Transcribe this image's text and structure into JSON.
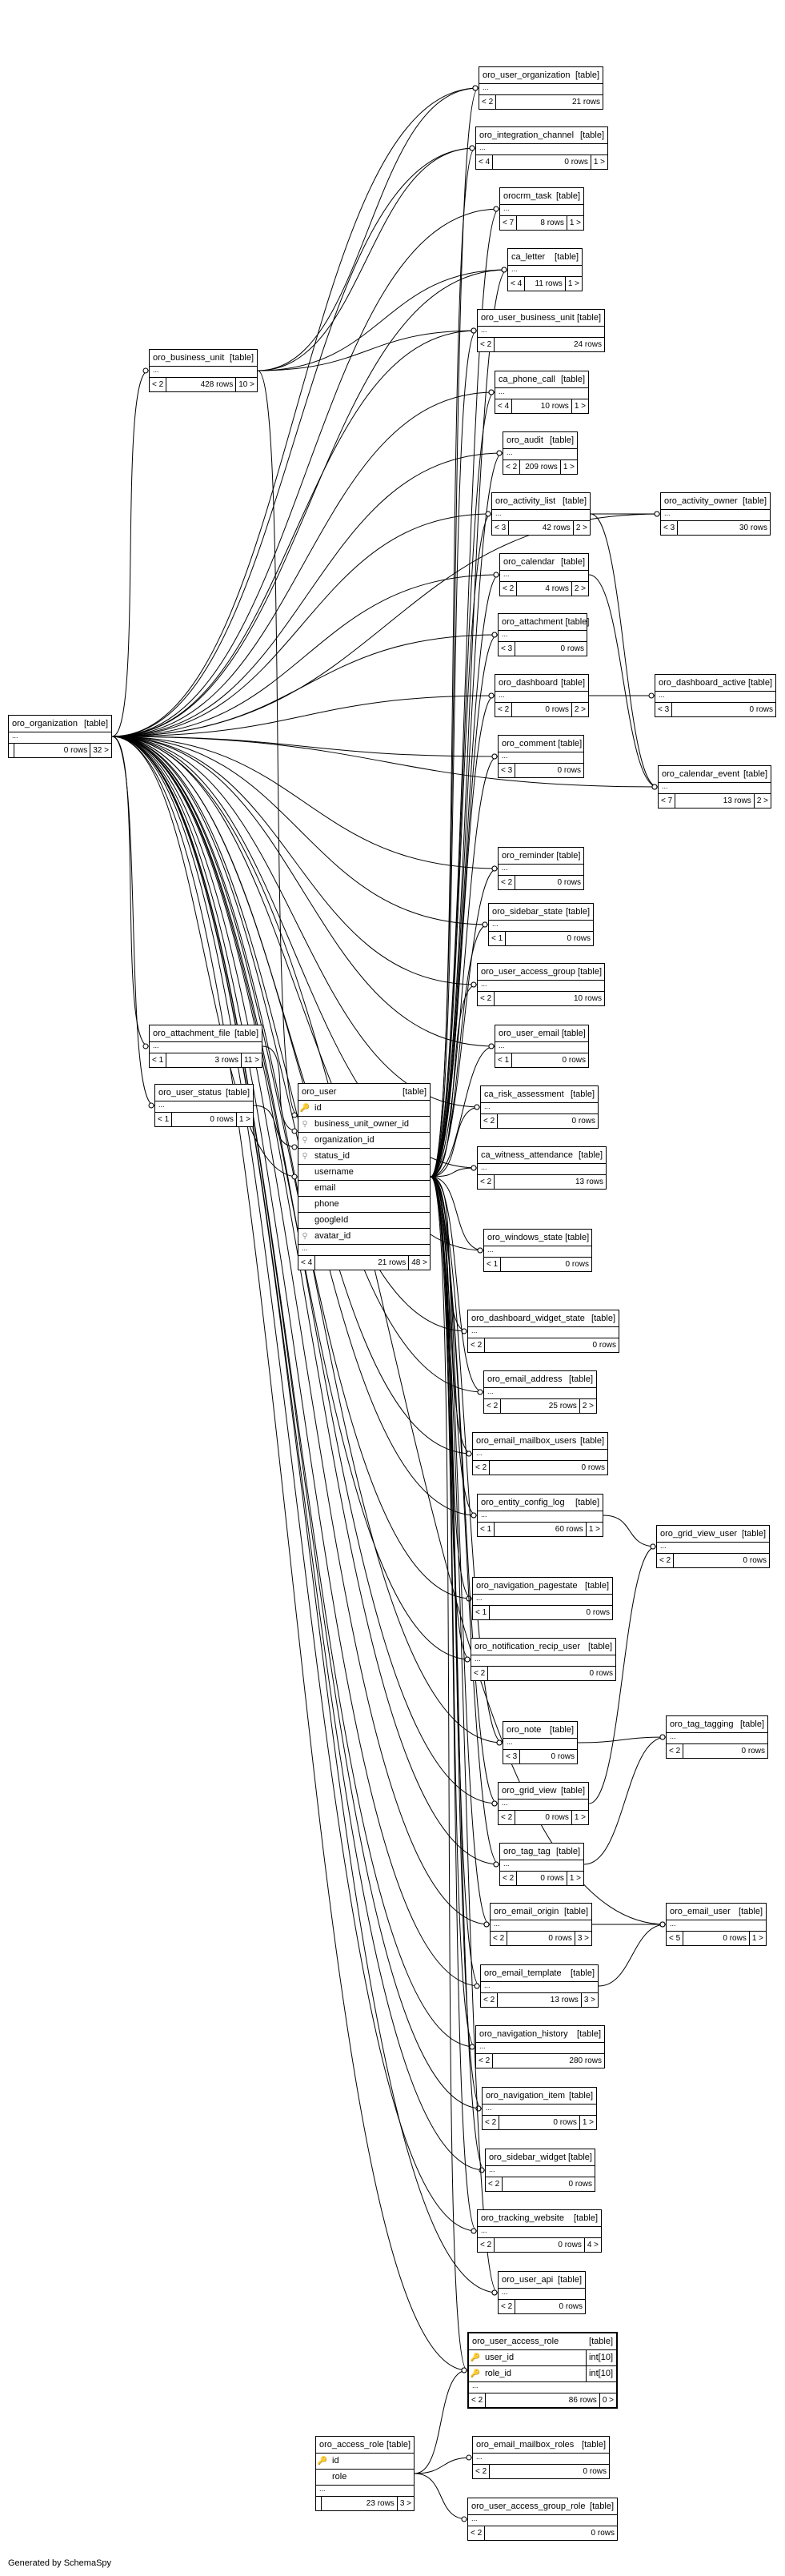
{
  "footer": "Generated by SchemaSpy",
  "tables": [
    {
      "key": "org",
      "name": "oro_organization",
      "kind": "[table]",
      "left": "",
      "rows": "0 rows",
      "right": "32 >"
    },
    {
      "key": "bu",
      "name": "oro_business_unit",
      "kind": "[table]",
      "left": "< 2",
      "rows": "428 rows",
      "right": "10 >"
    },
    {
      "key": "attfile",
      "name": "oro_attachment_file",
      "kind": "[table]",
      "left": "< 1",
      "rows": "3 rows",
      "right": "11 >"
    },
    {
      "key": "ustatus",
      "name": "oro_user_status",
      "kind": "[table]",
      "left": "< 1",
      "rows": "0 rows",
      "right": "1 >"
    },
    {
      "key": "uorg",
      "name": "oro_user_organization",
      "kind": "[table]",
      "left": "< 2",
      "rows": "21 rows",
      "right": ""
    },
    {
      "key": "ichan",
      "name": "oro_integration_channel",
      "kind": "[table]",
      "left": "< 4",
      "rows": "0 rows",
      "right": "1 >"
    },
    {
      "key": "task",
      "name": "orocrm_task",
      "kind": "[table]",
      "left": "< 7",
      "rows": "8 rows",
      "right": "1 >"
    },
    {
      "key": "letter",
      "name": "ca_letter",
      "kind": "[table]",
      "left": "< 4",
      "rows": "11 rows",
      "right": "1 >"
    },
    {
      "key": "ubu",
      "name": "oro_user_business_unit",
      "kind": "[table]",
      "left": "< 2",
      "rows": "24 rows",
      "right": ""
    },
    {
      "key": "phone",
      "name": "ca_phone_call",
      "kind": "[table]",
      "left": "< 4",
      "rows": "10 rows",
      "right": "1 >"
    },
    {
      "key": "audit",
      "name": "oro_audit",
      "kind": "[table]",
      "left": "< 2",
      "rows": "209 rows",
      "right": "1 >"
    },
    {
      "key": "actlist",
      "name": "oro_activity_list",
      "kind": "[table]",
      "left": "< 3",
      "rows": "42 rows",
      "right": "2 >"
    },
    {
      "key": "actowner",
      "name": "oro_activity_owner",
      "kind": "[table]",
      "left": "< 3",
      "rows": "30 rows",
      "right": ""
    },
    {
      "key": "cal",
      "name": "oro_calendar",
      "kind": "[table]",
      "left": "< 2",
      "rows": "4 rows",
      "right": "2 >"
    },
    {
      "key": "att",
      "name": "oro_attachment",
      "kind": "[table]",
      "left": "< 3",
      "rows": "0 rows",
      "right": ""
    },
    {
      "key": "dash",
      "name": "oro_dashboard",
      "kind": "[table]",
      "left": "< 2",
      "rows": "0 rows",
      "right": "2 >"
    },
    {
      "key": "dashact",
      "name": "oro_dashboard_active",
      "kind": "[table]",
      "left": "< 3",
      "rows": "0 rows",
      "right": ""
    },
    {
      "key": "comment",
      "name": "oro_comment",
      "kind": "[table]",
      "left": "< 3",
      "rows": "0 rows",
      "right": ""
    },
    {
      "key": "calevent",
      "name": "oro_calendar_event",
      "kind": "[table]",
      "left": "< 7",
      "rows": "13 rows",
      "right": "2 >"
    },
    {
      "key": "remind",
      "name": "oro_reminder",
      "kind": "[table]",
      "left": "< 2",
      "rows": "0 rows",
      "right": ""
    },
    {
      "key": "sbstate",
      "name": "oro_sidebar_state",
      "kind": "[table]",
      "left": "< 1",
      "rows": "0 rows",
      "right": ""
    },
    {
      "key": "uag",
      "name": "oro_user_access_group",
      "kind": "[table]",
      "left": "< 2",
      "rows": "10 rows",
      "right": ""
    },
    {
      "key": "uemail",
      "name": "oro_user_email",
      "kind": "[table]",
      "left": "< 1",
      "rows": "0 rows",
      "right": ""
    },
    {
      "key": "risk",
      "name": "ca_risk_assessment",
      "kind": "[table]",
      "left": "< 2",
      "rows": "0 rows",
      "right": ""
    },
    {
      "key": "witness",
      "name": "ca_witness_attendance",
      "kind": "[table]",
      "left": "< 2",
      "rows": "13 rows",
      "right": ""
    },
    {
      "key": "user",
      "name": "oro_user",
      "kind": "[table]",
      "left": "< 4",
      "rows": "21 rows",
      "right": "48 >",
      "columns": [
        {
          "name": "id",
          "key": "pk"
        },
        {
          "name": "business_unit_owner_id",
          "key": "fk"
        },
        {
          "name": "organization_id",
          "key": "fk"
        },
        {
          "name": "status_id",
          "key": "fk"
        },
        {
          "name": "username",
          "key": ""
        },
        {
          "name": "email",
          "key": ""
        },
        {
          "name": "phone",
          "key": ""
        },
        {
          "name": "googleId",
          "key": ""
        },
        {
          "name": "avatar_id",
          "key": "fk"
        }
      ]
    },
    {
      "key": "winstate",
      "name": "oro_windows_state",
      "kind": "[table]",
      "left": "< 1",
      "rows": "0 rows",
      "right": ""
    },
    {
      "key": "dwstate",
      "name": "oro_dashboard_widget_state",
      "kind": "[table]",
      "left": "< 2",
      "rows": "0 rows",
      "right": ""
    },
    {
      "key": "emailaddr",
      "name": "oro_email_address",
      "kind": "[table]",
      "left": "< 2",
      "rows": "25 rows",
      "right": "2 >"
    },
    {
      "key": "mbusers",
      "name": "oro_email_mailbox_users",
      "kind": "[table]",
      "left": "< 2",
      "rows": "0 rows",
      "right": ""
    },
    {
      "key": "ecl",
      "name": "oro_entity_config_log",
      "kind": "[table]",
      "left": "< 1",
      "rows": "60 rows",
      "right": "1 >"
    },
    {
      "key": "gvu",
      "name": "oro_grid_view_user",
      "kind": "[table]",
      "left": "< 2",
      "rows": "0 rows",
      "right": ""
    },
    {
      "key": "navps",
      "name": "oro_navigation_pagestate",
      "kind": "[table]",
      "left": "< 1",
      "rows": "0 rows",
      "right": ""
    },
    {
      "key": "nru",
      "name": "oro_notification_recip_user",
      "kind": "[table]",
      "left": "< 2",
      "rows": "0 rows",
      "right": ""
    },
    {
      "key": "note",
      "name": "oro_note",
      "kind": "[table]",
      "left": "< 3",
      "rows": "0 rows",
      "right": ""
    },
    {
      "key": "tagtag",
      "name": "oro_tag_tagging",
      "kind": "[table]",
      "left": "< 2",
      "rows": "0 rows",
      "right": ""
    },
    {
      "key": "gridview",
      "name": "oro_grid_view",
      "kind": "[table]",
      "left": "< 2",
      "rows": "0 rows",
      "right": "1 >"
    },
    {
      "key": "tag",
      "name": "oro_tag_tag",
      "kind": "[table]",
      "left": "< 2",
      "rows": "0 rows",
      "right": "1 >"
    },
    {
      "key": "eorigin",
      "name": "oro_email_origin",
      "kind": "[table]",
      "left": "< 2",
      "rows": "0 rows",
      "right": "3 >"
    },
    {
      "key": "euser",
      "name": "oro_email_user",
      "kind": "[table]",
      "left": "< 5",
      "rows": "0 rows",
      "right": "1 >"
    },
    {
      "key": "etpl",
      "name": "oro_email_template",
      "kind": "[table]",
      "left": "< 2",
      "rows": "13 rows",
      "right": "3 >"
    },
    {
      "key": "navhist",
      "name": "oro_navigation_history",
      "kind": "[table]",
      "left": "< 2",
      "rows": "280 rows",
      "right": ""
    },
    {
      "key": "navitem",
      "name": "oro_navigation_item",
      "kind": "[table]",
      "left": "< 2",
      "rows": "0 rows",
      "right": "1 >"
    },
    {
      "key": "sbwidget",
      "name": "oro_sidebar_widget",
      "kind": "[table]",
      "left": "< 2",
      "rows": "0 rows",
      "right": ""
    },
    {
      "key": "tws",
      "name": "oro_tracking_website",
      "kind": "[table]",
      "left": "< 2",
      "rows": "0 rows",
      "right": "4 >"
    },
    {
      "key": "uapi",
      "name": "oro_user_api",
      "kind": "[table]",
      "left": "< 2",
      "rows": "0 rows",
      "right": ""
    },
    {
      "key": "uar",
      "name": "oro_user_access_role",
      "kind": "[table]",
      "left": "< 2",
      "rows": "86 rows",
      "right": "0 >",
      "columns": [
        {
          "name": "user_id",
          "key": "pk",
          "type": "int[10]"
        },
        {
          "name": "role_id",
          "key": "pk",
          "type": "int[10]"
        }
      ]
    },
    {
      "key": "arole",
      "name": "oro_access_role",
      "kind": "[table]",
      "left": "",
      "rows": "23 rows",
      "right": "3 >",
      "columns": [
        {
          "name": "id",
          "key": "pk"
        },
        {
          "name": "role",
          "key": ""
        }
      ]
    },
    {
      "key": "mbroles",
      "name": "oro_email_mailbox_roles",
      "kind": "[table]",
      "left": "< 2",
      "rows": "0 rows",
      "right": ""
    },
    {
      "key": "uagr",
      "name": "oro_user_access_group_role",
      "kind": "[table]",
      "left": "< 2",
      "rows": "0 rows",
      "right": ""
    }
  ]
}
